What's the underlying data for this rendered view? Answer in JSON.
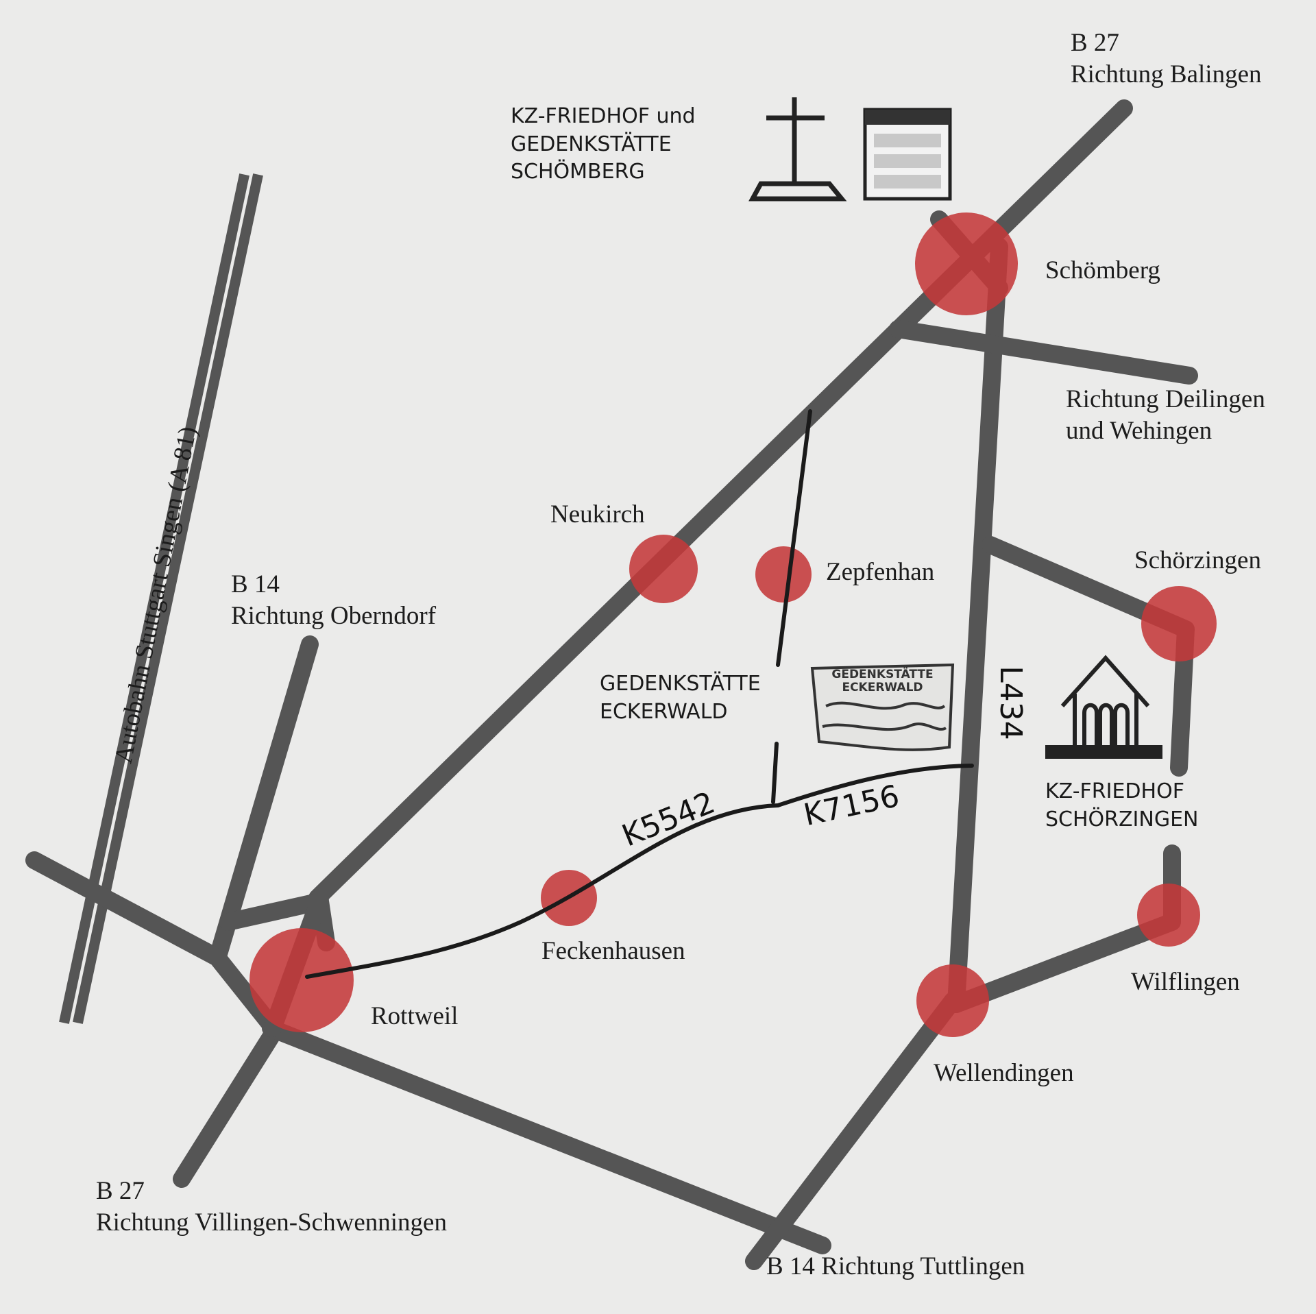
{
  "colors": {
    "background": "#ebebea",
    "road": "#555555",
    "road_secondary": "#1a1a1a",
    "town_marker": "#c4393a"
  },
  "roads": {
    "b27_north": {
      "number": "B 27",
      "direction": "Richtung Balingen"
    },
    "b27_south": {
      "number": "B 27",
      "direction": "Richtung Villingen-Schwenningen"
    },
    "b14_north": {
      "number": "B 14",
      "direction": "Richtung Oberndorf"
    },
    "b14_south": {
      "label": "B 14 Richtung Tuttlingen"
    },
    "autobahn": {
      "label": "Autobahn Stuttgart Singen (A 81)"
    },
    "deilingen": {
      "line1": "Richtung Deilingen",
      "line2": "und Wehingen"
    },
    "road_codes": {
      "k5542": "K5542",
      "k7156": "K7156",
      "l434": "L434"
    }
  },
  "towns": {
    "schomberg": "Schömberg",
    "neukirch": "Neukirch",
    "zepfenhan": "Zepfenhan",
    "schorzingen": "Schörzingen",
    "feckenhausen": "Feckenhausen",
    "rottweil": "Rottweil",
    "wellendingen": "Wellendingen",
    "wilflingen": "Wilflingen"
  },
  "memorials": {
    "schomberg": {
      "line1": "KZ-FRIEDHOF und",
      "line2": "GEDENKSTÄTTE",
      "line3": "SCHÖMBERG"
    },
    "eckerwald": {
      "line1": "GEDENKSTÄTTE",
      "line2": "ECKERWALD",
      "sign_text": "GEDENKSTÄTTE ECKERWALD"
    },
    "schorzingen": {
      "line1": "KZ-FRIEDHOF",
      "line2": "SCHÖRZINGEN"
    }
  },
  "icons": [
    "cross-icon",
    "memorial-plaque-icon",
    "memorial-sign-icon",
    "chapel-icon"
  ]
}
